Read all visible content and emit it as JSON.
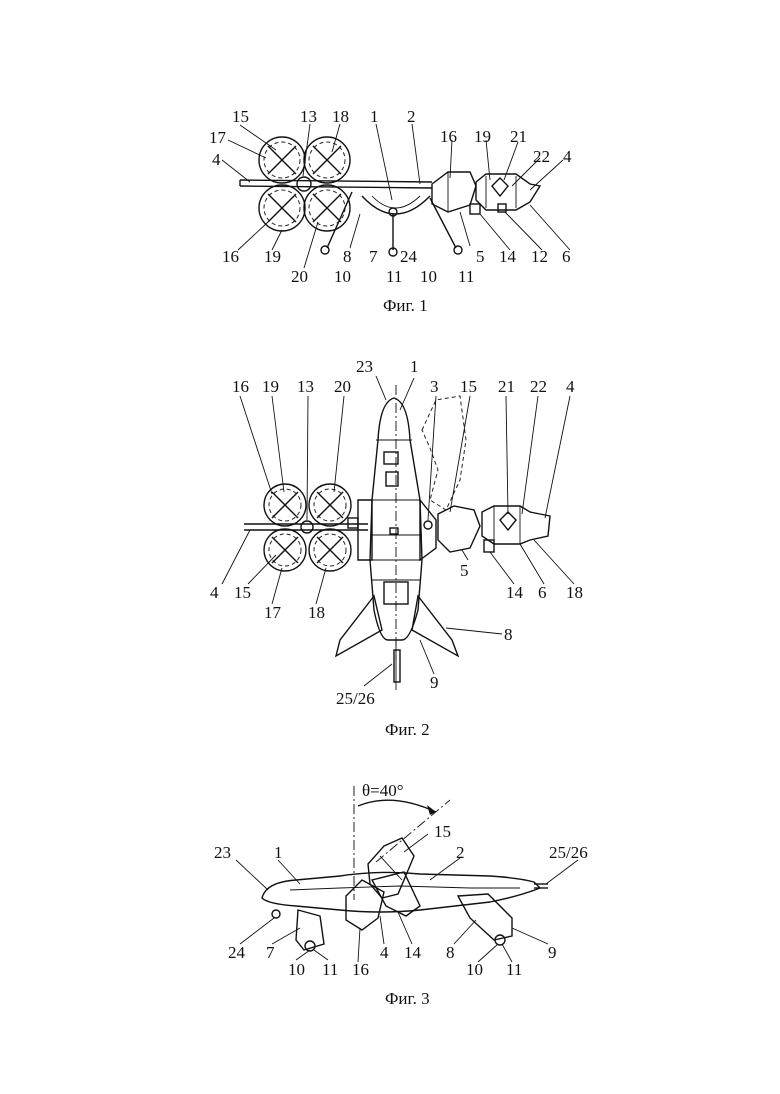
{
  "figures": [
    {
      "caption": "Фиг. 1",
      "labels": [
        "15",
        "13",
        "18",
        "1",
        "2",
        "16",
        "19",
        "21",
        "22",
        "4",
        "17",
        "4",
        "16",
        "19",
        "20",
        "8",
        "10",
        "7",
        "24",
        "11",
        "10",
        "11",
        "5",
        "14",
        "12",
        "6"
      ]
    },
    {
      "caption": "Фиг. 2",
      "labels": [
        "23",
        "1",
        "16",
        "19",
        "13",
        "20",
        "3",
        "15",
        "21",
        "22",
        "4",
        "4",
        "15",
        "17",
        "18",
        "5",
        "14",
        "6",
        "18",
        "8",
        "9",
        "25/26"
      ]
    },
    {
      "caption": "Фиг. 3",
      "angle_label": "θ=40°",
      "labels": [
        "15",
        "23",
        "1",
        "2",
        "25/26",
        "24",
        "7",
        "11",
        "10",
        "16",
        "4",
        "14",
        "8",
        "9",
        "10",
        "11"
      ]
    }
  ]
}
